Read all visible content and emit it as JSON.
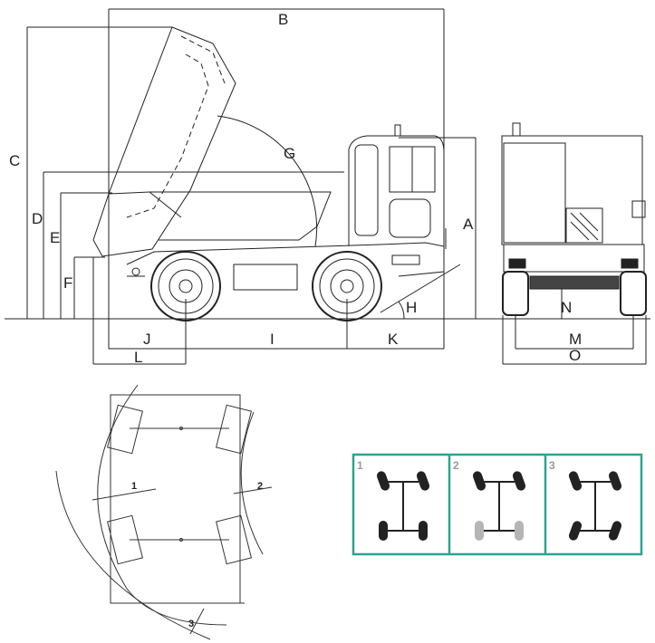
{
  "side_view": {
    "dimension_labels": {
      "A": "A",
      "B": "B",
      "C": "C",
      "D": "D",
      "E": "E",
      "F": "F",
      "G": "G",
      "H": "H",
      "I": "I",
      "J": "J",
      "K": "K",
      "L": "L"
    }
  },
  "rear_view": {
    "dimension_labels": {
      "M": "M",
      "N": "N",
      "O": "O"
    }
  },
  "turning_diagram": {
    "labels": [
      "1",
      "2",
      "3"
    ]
  },
  "steering_modes": {
    "accent_color": "#2aa58f",
    "inactive_axle_color": "#b5b5b5",
    "panels": [
      {
        "number": "1"
      },
      {
        "number": "2"
      },
      {
        "number": "3"
      }
    ]
  }
}
